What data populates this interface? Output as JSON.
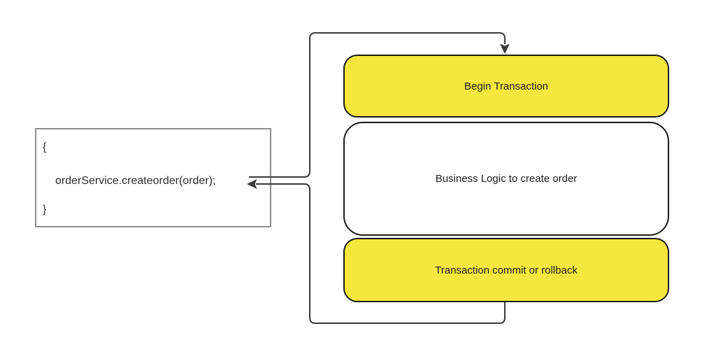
{
  "colors": {
    "background": "#FFFFFF",
    "node_fill_yellow": "#F5E73E",
    "node_fill_white": "#FFFFFF",
    "node_border": "#1A1A1A",
    "node_text": "#202020",
    "arrow": "#3A3A3A",
    "code_box_border": "#8E8E8E",
    "code_text": "#2E2E2E"
  },
  "code_block": {
    "open_brace": "{",
    "statement": "orderService.createorder(order);",
    "close_brace": "}"
  },
  "nodes": [
    {
      "id": "begin-transaction",
      "label": "Begin Transaction",
      "fill": "yellow"
    },
    {
      "id": "business-logic",
      "label": "Business Logic to create order",
      "fill": "white"
    },
    {
      "id": "transaction-commit-rollback",
      "label": "Transaction commit or rollback",
      "fill": "yellow"
    }
  ],
  "connectors": [
    {
      "id": "call-arrow",
      "from": "code-statement",
      "to": "begin-transaction"
    },
    {
      "id": "return-arrow",
      "from": "transaction-commit-rollback",
      "to": "code-statement"
    }
  ]
}
